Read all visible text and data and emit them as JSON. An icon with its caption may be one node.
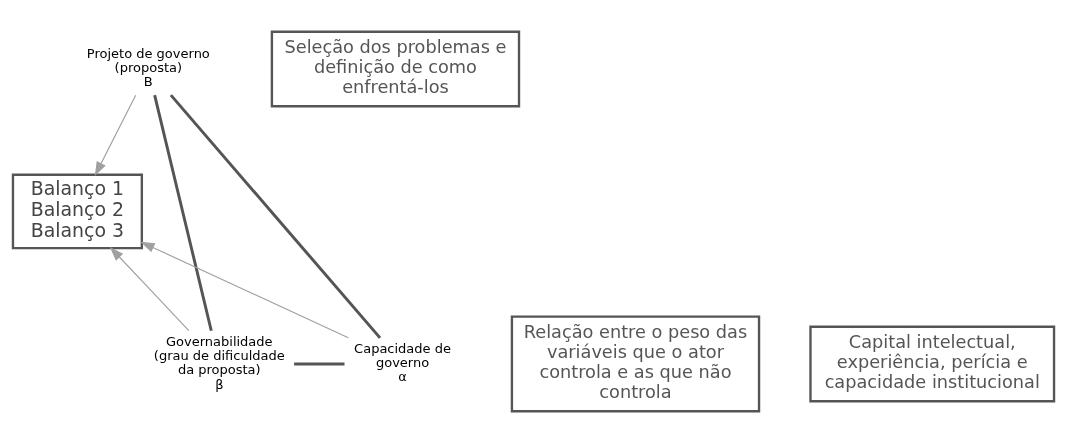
{
  "diagram": {
    "nodes": [
      {
        "text": [
          "Projeto de governo (proposta)",
          "B"
        ]
      },
      {
        "text": [
          "Seleção dos problemas e definição de como enfrentá-los"
        ]
      },
      {
        "text": [
          "Balanço 1",
          "Balanço 2",
          "Balanço 3"
        ]
      },
      {
        "text": [
          "Relação entre o peso das variáveis que o ator controla e as que não controla"
        ]
      },
      {
        "text": [
          "Governabilidade (grau de dificuldade da proposta)",
          "β"
        ]
      },
      {
        "text": [
          "Capacidade de governo",
          "α"
        ]
      },
      {
        "text": [
          "Capital intelectual, experiência, perícia e capacidade institucional"
        ]
      }
    ],
    "edges": [
      {
        "from": 0,
        "to": 4,
        "arrow": "none",
        "style": "thick"
      },
      {
        "from": 4,
        "to": 5,
        "arrow": "none",
        "style": "thick"
      },
      {
        "from": 5,
        "to": 0,
        "arrow": "none",
        "style": "thick"
      },
      {
        "from": 0,
        "to": 2,
        "arrow": "to",
        "color": "#a0a0a0"
      },
      {
        "from": 4,
        "to": 2,
        "arrow": "to",
        "color": "#a0a0a0"
      },
      {
        "from": 5,
        "to": 2,
        "arrow": "to",
        "color": "#a0a0a0"
      }
    ]
  }
}
